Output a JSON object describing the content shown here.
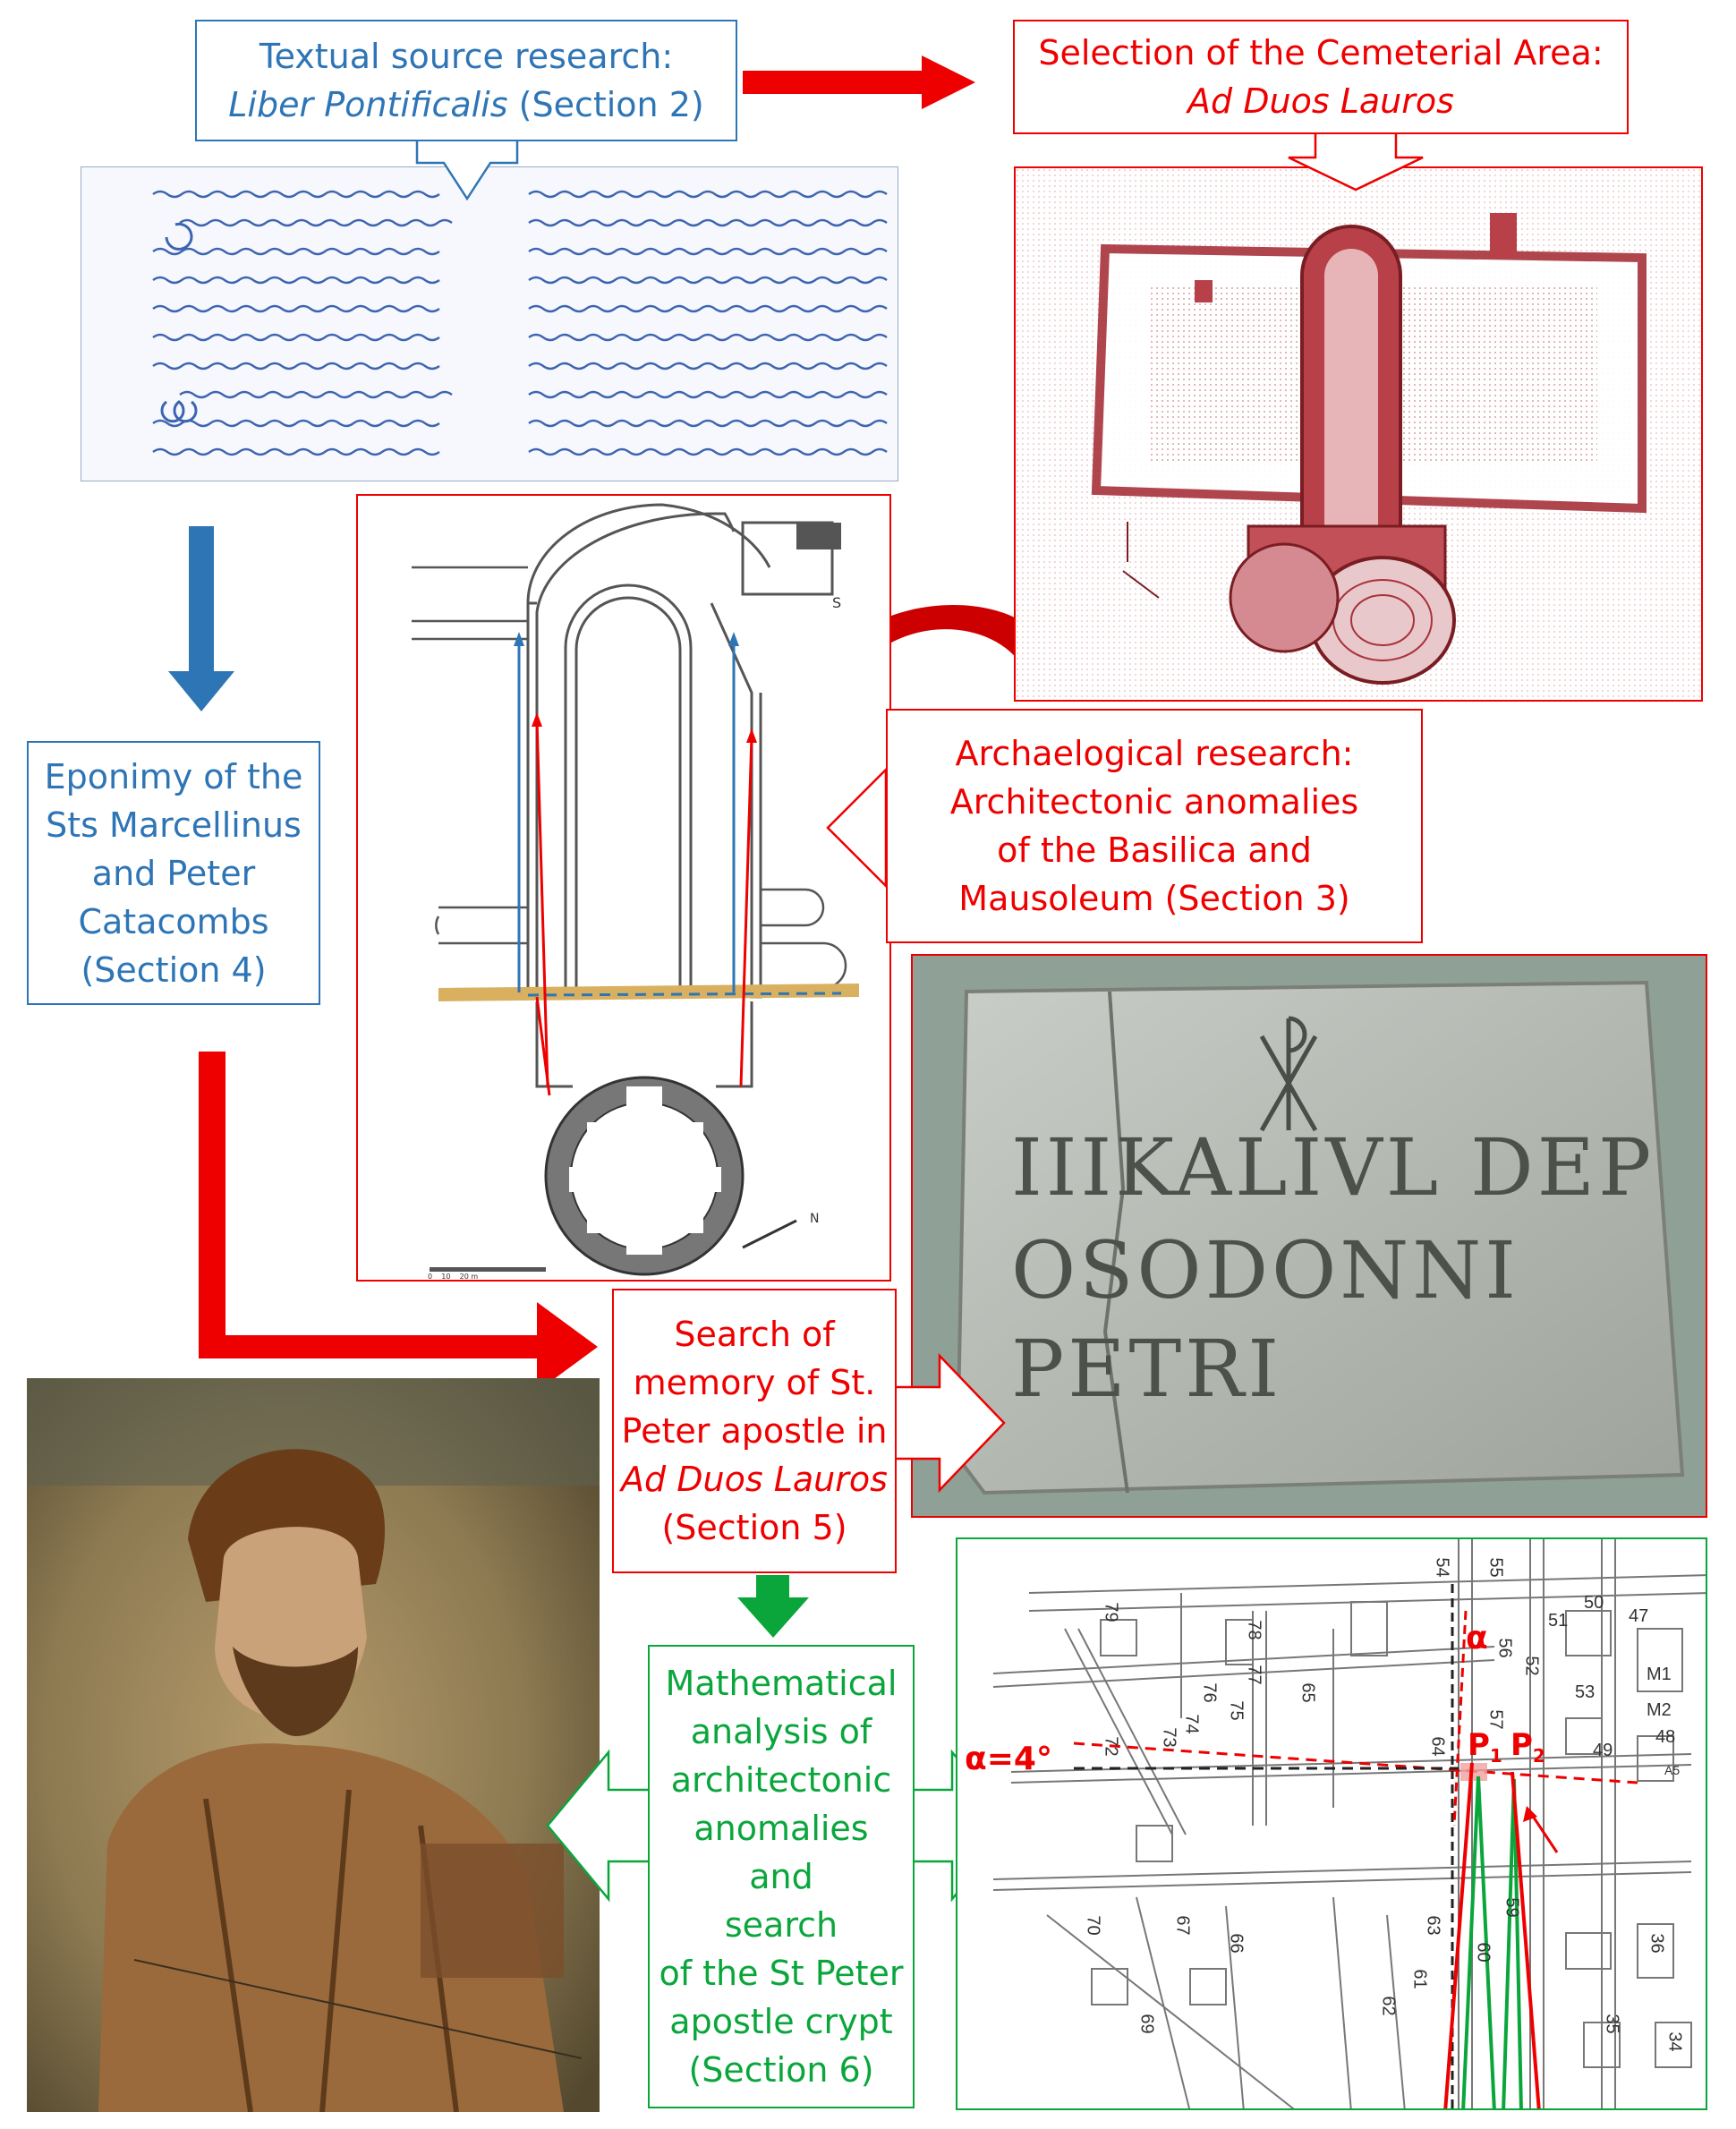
{
  "colors": {
    "blue": "#2e75b6",
    "red": "#ee0000",
    "green": "#0aa63c",
    "dark_red": "#c00000"
  },
  "boxes": {
    "textual": {
      "line1": "Textual source research:",
      "italic": "Liber Pontificalis",
      "rest": " (Section 2)"
    },
    "cemeterial": {
      "line1": "Selection of the Cemeterial Area:",
      "italic": "Ad Duos Lauros"
    },
    "eponymy": {
      "line1": "Eponimy of the",
      "line2": "Sts Marcellinus",
      "line3": "and Peter",
      "line4": "Catacombs",
      "line5": "(Section 4)"
    },
    "archaeological": {
      "line1": "Archaelogical  research:",
      "line2": "Architectonic anomalies",
      "line3": "of the Basilica and",
      "line4": "Mausoleum (Section 3)"
    },
    "search": {
      "line1": "Search of",
      "line2": "memory of St.",
      "line3": "Peter apostle in",
      "italic": "Ad Duos Lauros",
      "line5": "(Section 5)"
    },
    "math": {
      "line1": "Mathematical",
      "line2": "analysis of",
      "line3": "architectonic",
      "line4": "anomalies",
      "line5": "and",
      "line6": "search",
      "line7": "of the St Peter",
      "line8": "apostle crypt",
      "line9": "(Section 6)"
    }
  },
  "inscription": {
    "line1": "IIIKALIVL DEP",
    "line2": "OSODONNI",
    "line3": "PETRI"
  },
  "plan_labels": {
    "north": "S",
    "north2": "N",
    "scale": "0    10    20 m"
  },
  "map_labels": {
    "alpha": "α",
    "alpha_value": "α=4°",
    "p1": "P",
    "p1_sub": "1",
    "p2": "P",
    "p2_sub": "2",
    "numbers": [
      "54",
      "55",
      "79",
      "78",
      "50",
      "51",
      "47",
      "56",
      "52",
      "77",
      "53",
      "M1",
      "M2",
      "76",
      "75",
      "65",
      "57",
      "74",
      "73",
      "72",
      "64",
      "48",
      "49",
      "A5",
      "70",
      "67",
      "66",
      "63",
      "60",
      "59",
      "36",
      "69",
      "62",
      "61",
      "35",
      "34"
    ]
  }
}
